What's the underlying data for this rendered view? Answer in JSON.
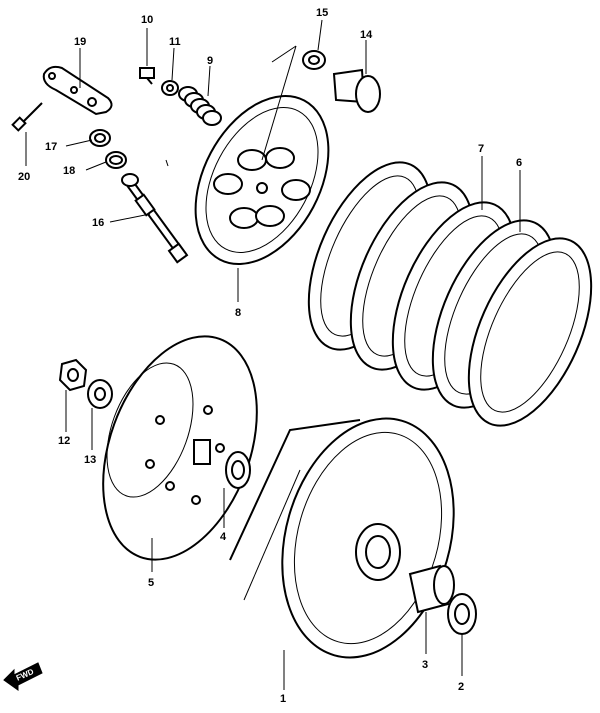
{
  "diagram": {
    "callouts": {
      "p1": "1",
      "p2": "2",
      "p3": "3",
      "p4": "4",
      "p5": "5",
      "p6": "6",
      "p7": "7",
      "p8": "8",
      "p9": "9",
      "p10": "10",
      "p11": "11",
      "p12": "12",
      "p13": "13",
      "p14": "14",
      "p15": "15",
      "p16": "16",
      "p17": "17",
      "p18": "18",
      "p19": "19",
      "p20": "20"
    },
    "fwd_label": "FWD"
  }
}
